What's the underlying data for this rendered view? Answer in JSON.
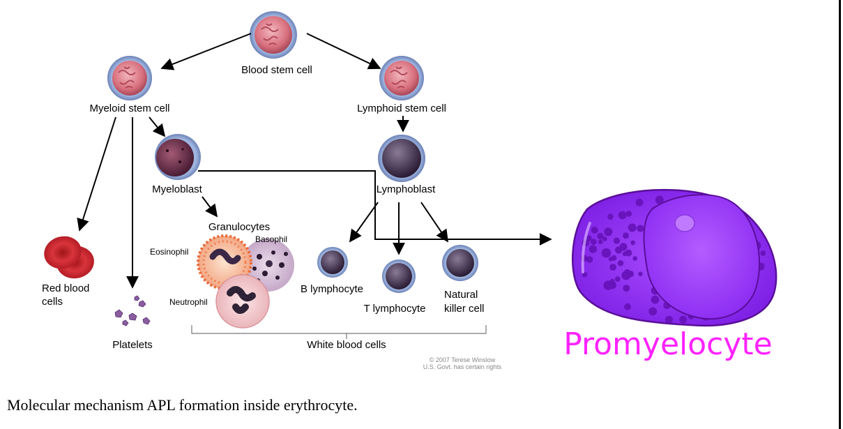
{
  "diagram": {
    "labels": {
      "blood_stem_cell": "Blood stem cell",
      "myeloid_stem_cell": "Myeloid stem cell",
      "lymphoid_stem_cell": "Lymphoid stem cell",
      "myeloblast": "Myeloblast",
      "lymphoblast": "Lymphoblast",
      "granulocytes": "Granulocytes",
      "eosinophil": "Eosinophil",
      "basophil": "Basophil",
      "neutrophil": "Neutrophil",
      "red_blood_cells_line1": "Red blood",
      "red_blood_cells_line2": "cells",
      "platelets": "Platelets",
      "b_lymphocyte": "B lymphocyte",
      "t_lymphocyte": "T lymphocyte",
      "natural_killer_line1": "Natural",
      "natural_killer_line2": "killer cell",
      "white_blood_cells": "White blood cells",
      "copyright_line1": "© 2007 Terese Winslow",
      "copyright_line2": "U.S. Govt. has certain rights"
    },
    "promyelocyte_label": "Promyelocyte",
    "colors": {
      "promyelocyte_text": "#ff22ff",
      "promyelocyte_cell": "#9b30ff",
      "nucleus": "#a040ff",
      "stem_cell": "#e58a95",
      "rbc": "#cc1f2a"
    }
  },
  "caption": "Molecular mechanism APL formation inside erythrocyte."
}
